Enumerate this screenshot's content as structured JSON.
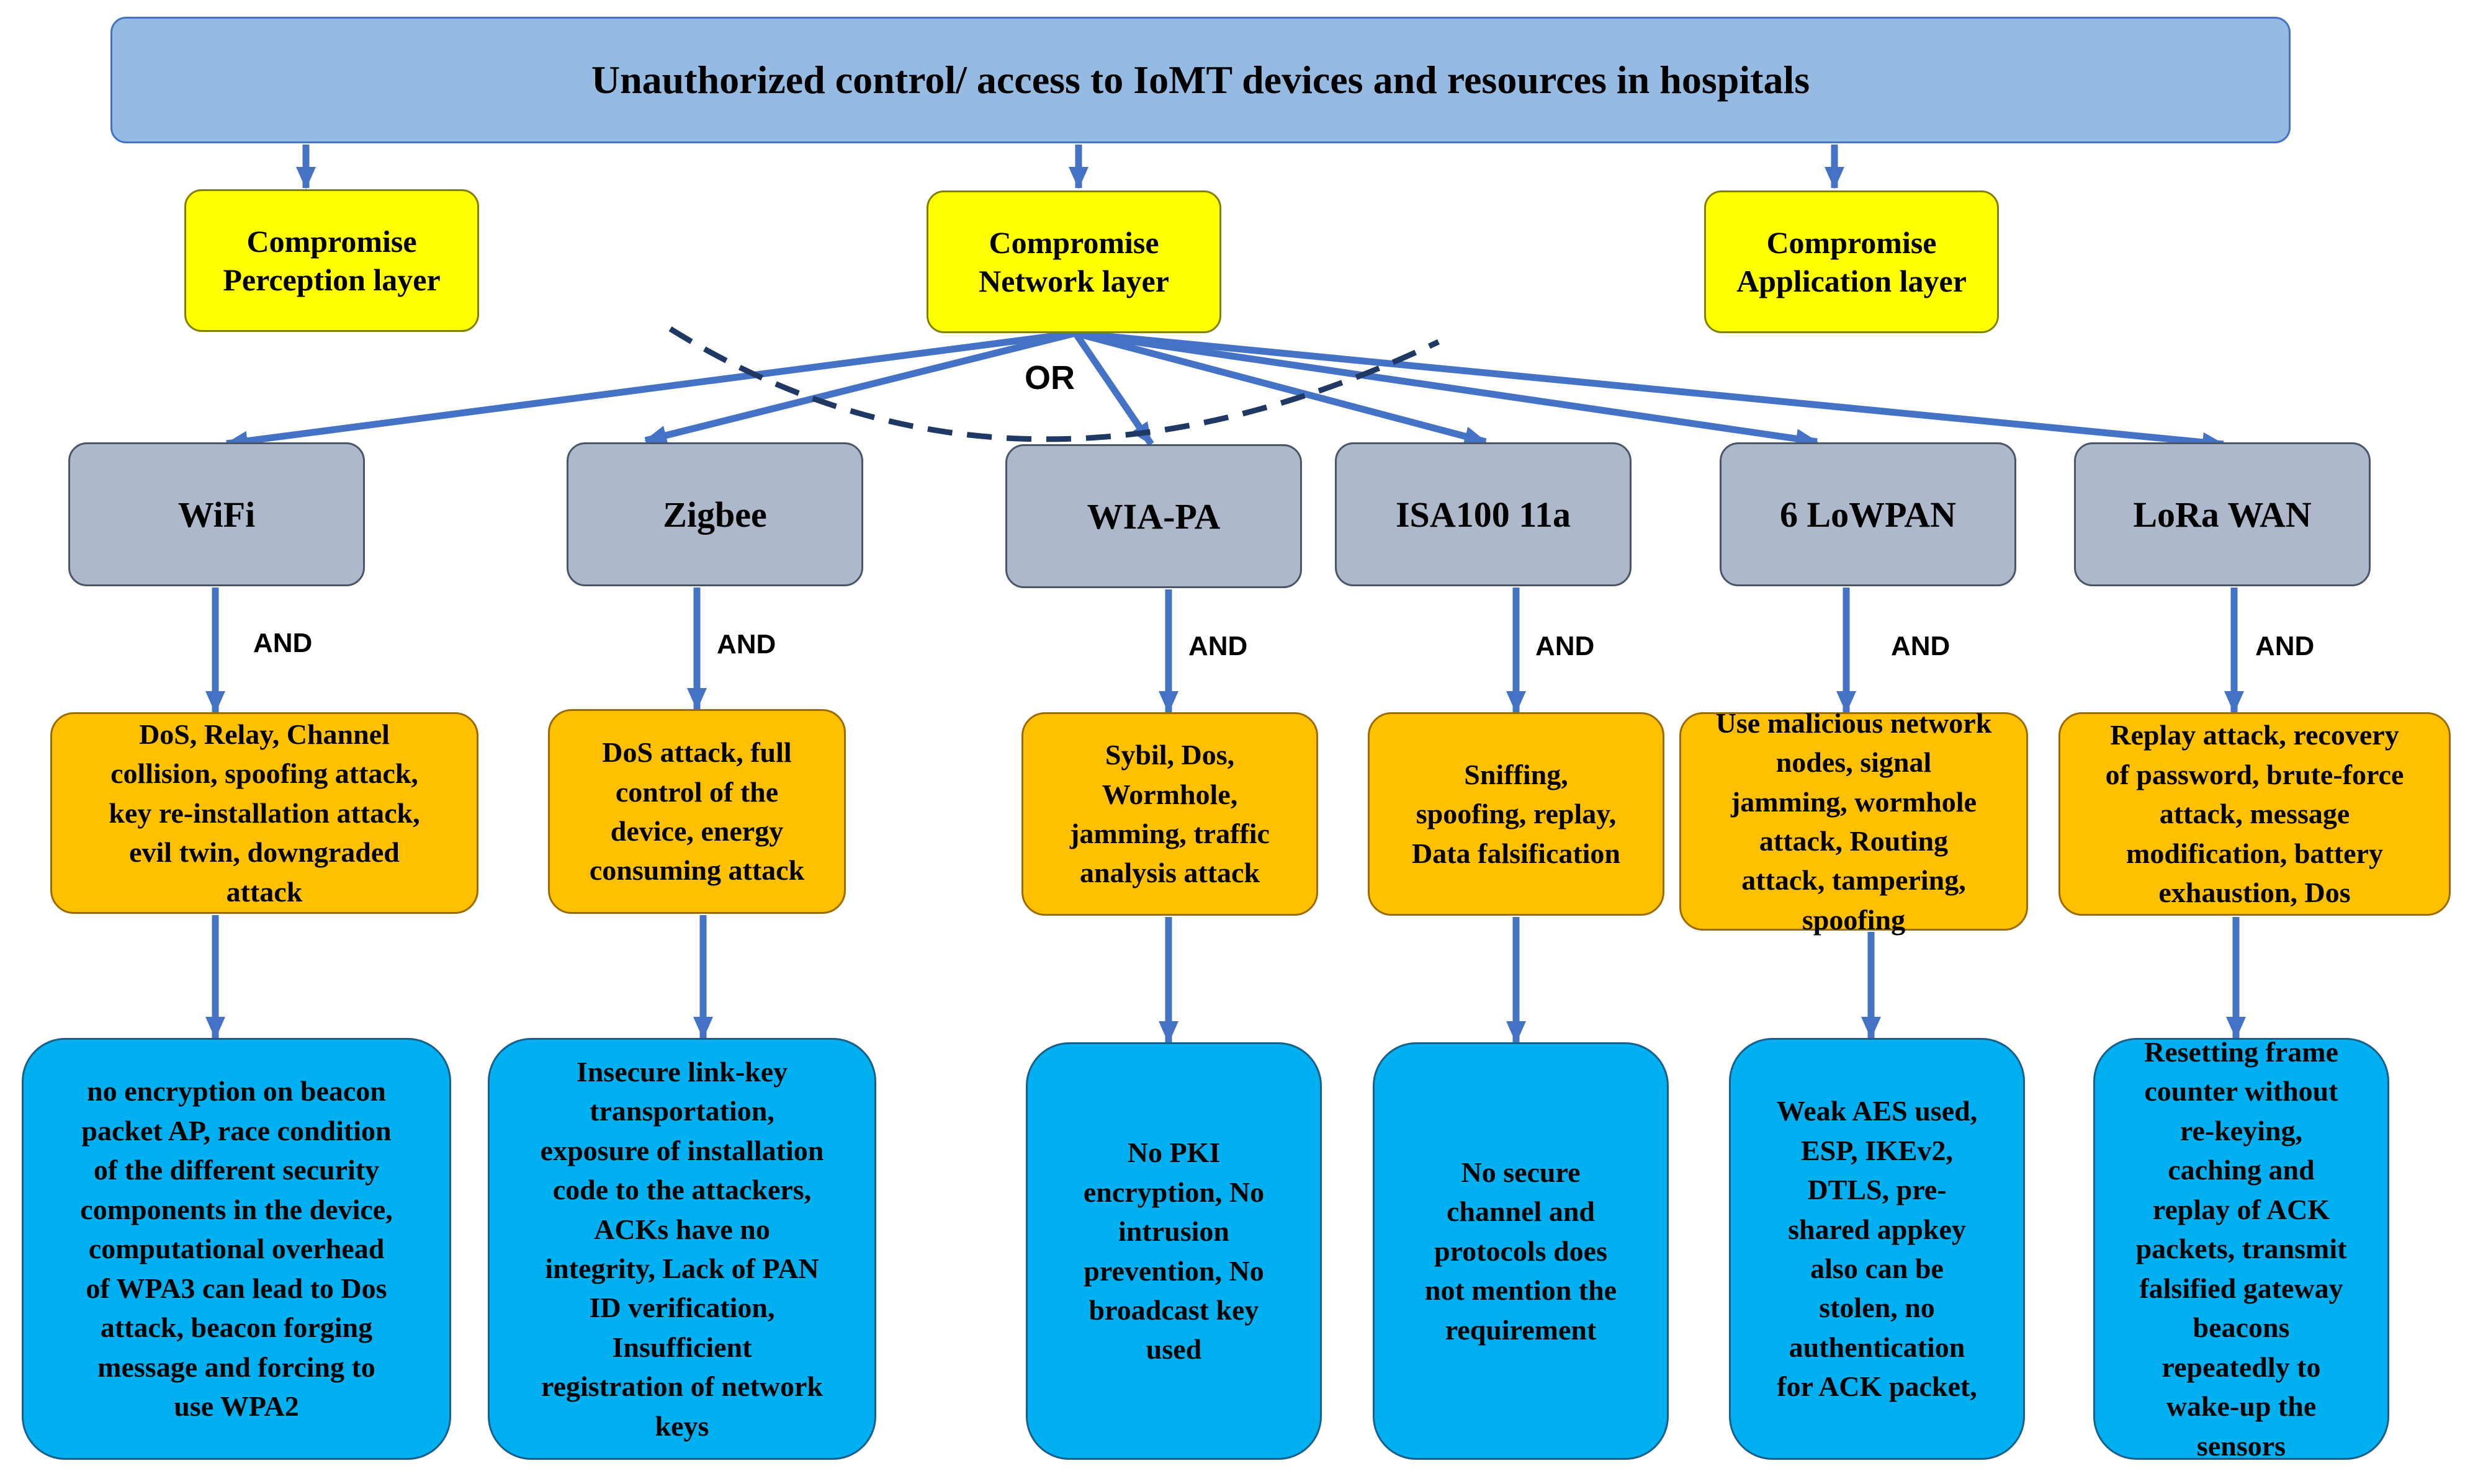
{
  "title": "Unauthorized control/ access to IoMT devices and resources in hospitals",
  "layers": {
    "perception": "Compromise\nPerception layer",
    "network": "Compromise\nNetwork layer",
    "application": "Compromise\nApplication layer"
  },
  "gates": {
    "or": "OR",
    "and": "AND"
  },
  "protocols": [
    {
      "name": "WiFi",
      "attacks": "DoS, Relay, Channel\ncollision, spoofing attack,\nkey re-installation attack,\nevil twin, downgraded\nattack",
      "vulnerabilities": "no encryption on beacon\npacket AP, race condition\nof  the different security\ncomponents in the device,\ncomputational overhead\nof WPA3 can lead to Dos\nattack, beacon forging\nmessage and forcing to\nuse WPA2"
    },
    {
      "name": "Zigbee",
      "attacks": "DoS attack, full\ncontrol of the\ndevice, energy\nconsuming attack",
      "vulnerabilities": "Insecure link-key\ntransportation,\nexposure of installation\ncode to the attackers,\nACKs have no\nintegrity, Lack of PAN\nID verification,\nInsufficient\nregistration of network\nkeys"
    },
    {
      "name": "WIA-PA",
      "attacks": "Sybil, Dos,\nWormhole,\njamming, traffic\nanalysis attack",
      "vulnerabilities": "No PKI\nencryption, No\nintrusion\nprevention, No\nbroadcast key\nused"
    },
    {
      "name": "ISA100 11a",
      "attacks": "Sniffing,\nspoofing, replay,\nData falsification",
      "vulnerabilities": "No secure\nchannel and\nprotocols does\nnot mention the\nrequirement"
    },
    {
      "name": "6 LoWPAN",
      "attacks": "Use malicious network\nnodes, signal\njamming, wormhole\nattack, Routing\nattack, tampering,\nspoofing",
      "vulnerabilities": "Weak AES used,\nESP, IKEv2,\nDTLS, pre-\nshared appkey\nalso can be\nstolen, no\nauthentication\nfor ACK packet,"
    },
    {
      "name": "LoRa WAN",
      "attacks": "Replay attack, recovery\nof password, brute-force\nattack, message\nmodification, battery\nexhaustion, Dos",
      "vulnerabilities": "Resetting frame\ncounter without\nre-keying,\ncaching and\nreplay of ACK\npackets, transmit\nfalsified gateway\nbeacons\nrepeatedly to\nwake-up the\nsensors"
    }
  ],
  "colors": {
    "title_fill": "#95bbe2",
    "layer_fill": "#ffff00",
    "protocol_fill": "#adb9ca",
    "attack_fill": "#ffc000",
    "vulnerability_fill": "#00b0f0",
    "arrow": "#4472c4",
    "or_arc": "#1f3864"
  }
}
